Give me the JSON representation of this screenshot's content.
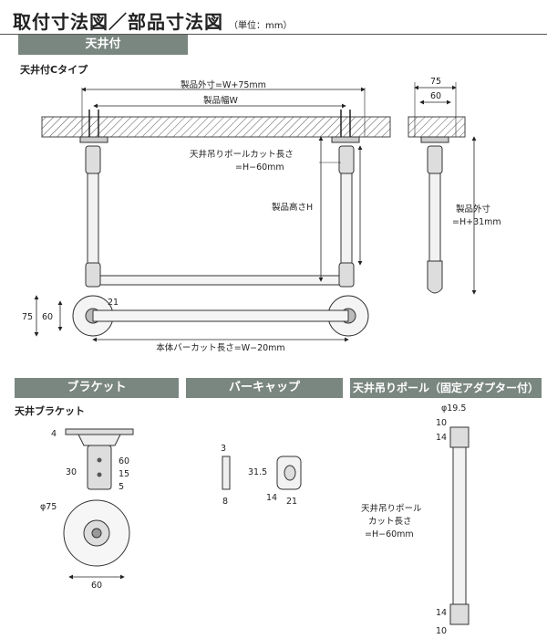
{
  "header": {
    "title": "取付寸法図／部品寸法図",
    "unit": "（単位：mm）"
  },
  "section_ceiling": {
    "band": "天井付",
    "subtitle": "天井付Cタイプ",
    "outer_width": "製品外寸=W+75mm",
    "product_width": "製品幅W",
    "pole_cut_1": "天井吊りポールカット長さ",
    "pole_cut_2": "=H−60mm",
    "product_height": "製品高さH",
    "outer_height_1": "製品外寸",
    "outer_height_2": "=H+31mm",
    "side_75": "75",
    "side_60": "60",
    "plan_75": "75",
    "plan_60": "60",
    "plan_21": "21",
    "bar_cut": "本体バーカット長さ=W−20mm"
  },
  "section_bracket": {
    "band": "ブラケット",
    "subtitle": "天井ブラケット",
    "d4": "4",
    "d60": "60",
    "d30": "30",
    "d15": "15",
    "d5": "5",
    "dia75": "φ75",
    "base60": "60"
  },
  "section_cap": {
    "band": "バーキャップ",
    "d3": "3",
    "d8": "8",
    "d31_5": "31.5",
    "d14": "14",
    "d21": "21"
  },
  "section_pole": {
    "band": "天井吊りポール（固定アダプター付）",
    "dia": "φ19.5",
    "top10": "10",
    "top14": "14",
    "bot14": "14",
    "bot10": "10",
    "label_1": "天井吊りポール",
    "label_2": "カット長さ",
    "label_3": "=H−60mm"
  }
}
